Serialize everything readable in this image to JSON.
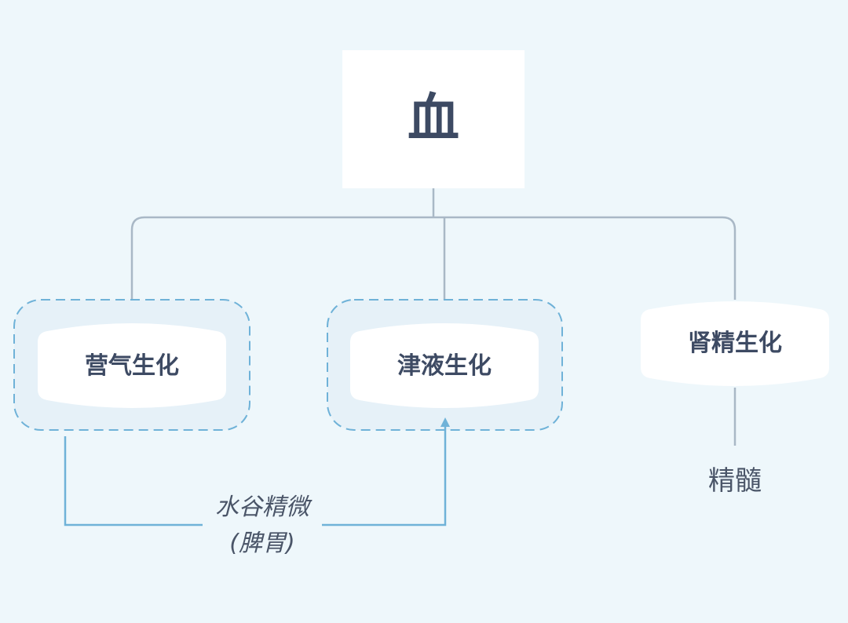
{
  "colors": {
    "background": "#eef7fb",
    "root_text": "#3d4a63",
    "node_text": "#3d4a63",
    "tree_line": "#a9b8c6",
    "flow_line": "#6fb2d8",
    "group_fill": "#e6f1f8",
    "group_border": "#6fb2d8",
    "caption_text": "#4a5568"
  },
  "root": {
    "label": "血"
  },
  "sources": [
    {
      "label": "营气生化"
    },
    {
      "label": "津液生化"
    },
    {
      "label": "肾精生化"
    }
  ],
  "essence_marrow": {
    "label": "精髓"
  },
  "flow": {
    "line1": "水谷精微",
    "line2": "(脾胃)"
  }
}
